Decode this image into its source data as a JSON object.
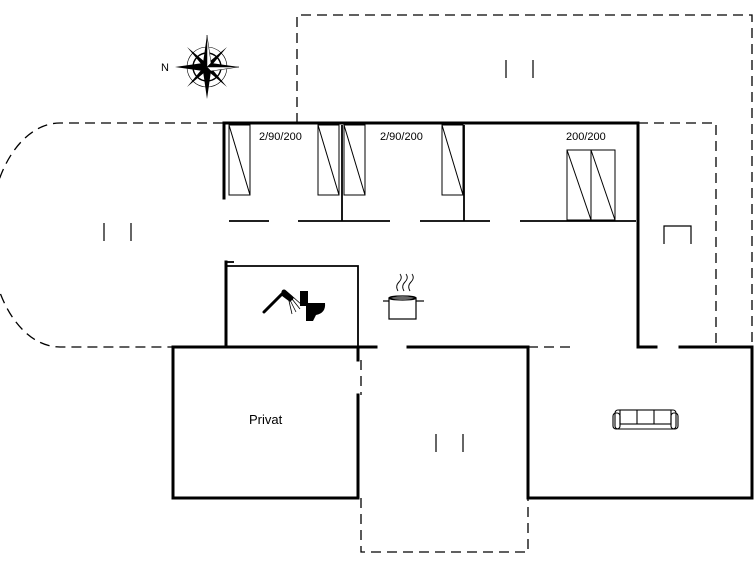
{
  "compass": {
    "north_label": "N"
  },
  "rooms": {
    "bedroom_1_bed": "2/90/200",
    "bedroom_2_bed": "2/90/200",
    "bedroom_3_bed": "200/200",
    "annex_label": "Privat"
  },
  "icons": [
    "compass-icon",
    "shower-icon",
    "toilet-icon",
    "cooking-pot-icon",
    "sofa-icon",
    "terrace-chair-icon"
  ],
  "colors": {
    "line": "#000000",
    "background": "#ffffff"
  }
}
